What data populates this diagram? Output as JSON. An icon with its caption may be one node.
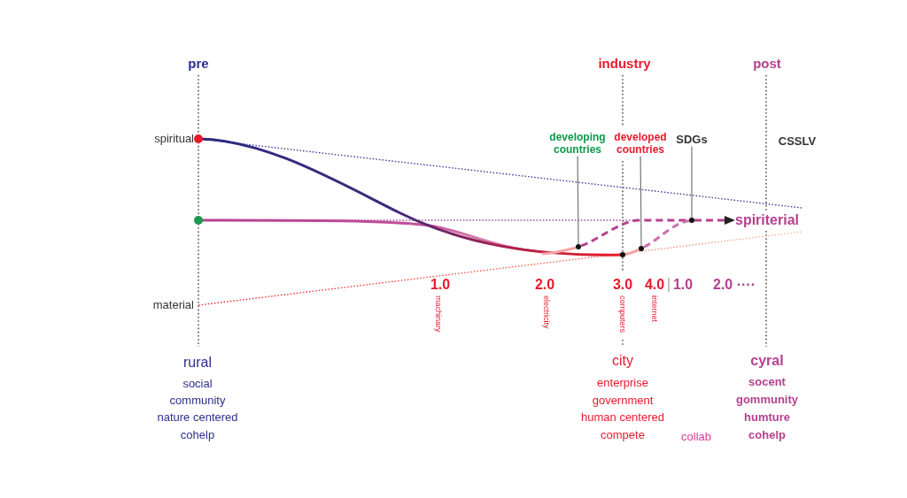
{
  "diagram": {
    "nodes": [
      {
        "text": [
          "developing countries"
        ]
      },
      {
        "text": [],
        "shape": "circle"
      },
      {
        "text": [
          "developed countries"
        ]
      },
      {
        "text": [],
        "shape": "circle"
      },
      {
        "text": [
          "SDGs"
        ]
      },
      {
        "text": [],
        "shape": "circle"
      },
      {
        "text": [
          "spiriterial"
        ]
      }
    ],
    "edges": [
      {
        "from": 0,
        "to": 1,
        "arrow": "none"
      },
      {
        "from": 2,
        "to": 3,
        "arrow": "none"
      },
      {
        "from": 4,
        "to": 5,
        "arrow": "none"
      },
      {
        "from": 1,
        "to": 5,
        "arrow": "none",
        "style": "dashed",
        "color": "#b5418f"
      },
      {
        "from": 3,
        "to": 5,
        "arrow": "none",
        "style": "dashed",
        "color": "#c972ad"
      },
      {
        "from": 5,
        "to": 6,
        "arrow": "to",
        "style": "dashed",
        "color": "#b5418f"
      }
    ],
    "labels": [
      "pre",
      "industry",
      "post",
      "CSSLV",
      "spiritual",
      "material",
      "1.0",
      "2.0",
      "3.0",
      "4.0",
      "1.0",
      "2.0 ····",
      "machinary",
      "electricity",
      "computers",
      "internet",
      "rural",
      "social",
      "community",
      "nature centered",
      "cohelp",
      "city",
      "enterprise",
      "government",
      "human centered",
      "compete",
      "collab",
      "cyral",
      "socent",
      "gommunity",
      "humture",
      "cohelp"
    ]
  }
}
